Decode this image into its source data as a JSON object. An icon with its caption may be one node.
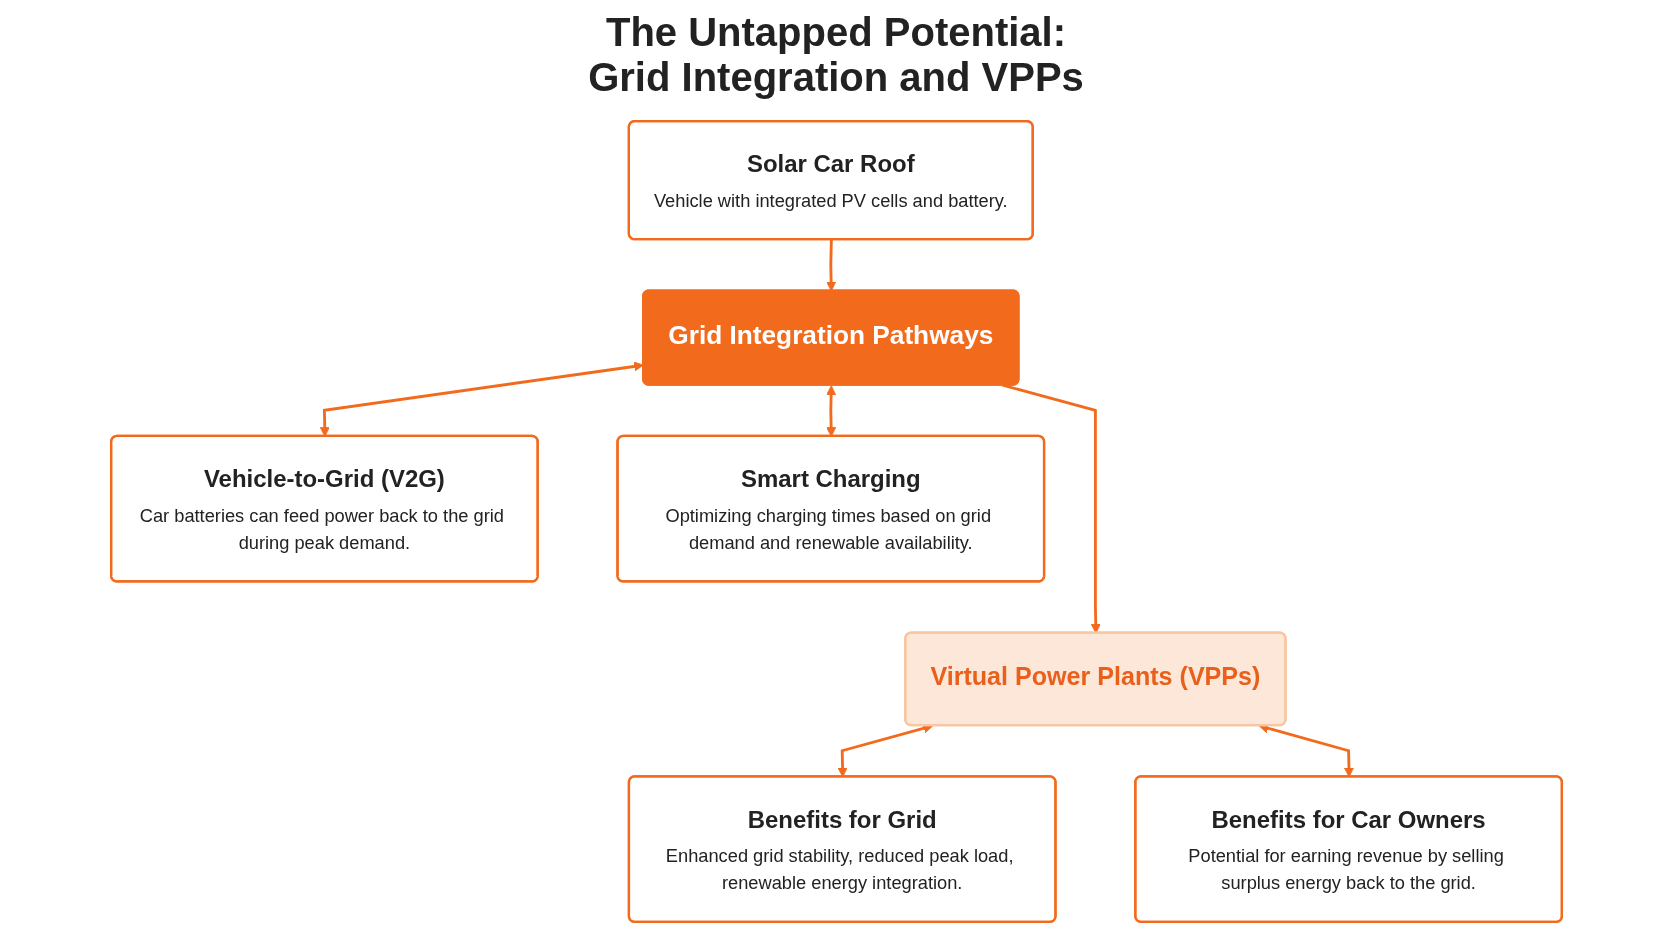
{
  "diagram": {
    "title": "The Untapped Potential: Grid Integration and VPPs",
    "nodes": [
      {
        "text": [
          "Solar Car Roof",
          "Vehicle with integrated PV cells and battery."
        ]
      },
      {
        "text": [
          "Grid Integration Pathways"
        ]
      },
      {
        "text": [
          "Vehicle-to-Grid (V2G)",
          "Car batteries can feed power back to the grid during peak demand."
        ]
      },
      {
        "text": [
          "Smart Charging",
          "Optimizing charging times based on grid demand and renewable availability."
        ]
      },
      {
        "text": [
          "Virtual Power Plants (VPPs)"
        ]
      },
      {
        "text": [
          "Benefits for Grid",
          "Enhanced grid stability, reduced peak load, renewable energy integration."
        ]
      },
      {
        "text": [
          "Benefits for Car Owners",
          "Potential for earning revenue by selling surplus energy back to the grid."
        ]
      }
    ],
    "edges": [
      {
        "from": 0,
        "to": 1,
        "arrow": "to"
      },
      {
        "from": 1,
        "to": 2,
        "arrow": "both"
      },
      {
        "from": 1,
        "to": 3,
        "arrow": "both"
      },
      {
        "from": 1,
        "to": 4,
        "arrow": "to"
      },
      {
        "from": 4,
        "to": 5,
        "arrow": "both"
      },
      {
        "from": 4,
        "to": 6,
        "arrow": "both"
      }
    ]
  }
}
